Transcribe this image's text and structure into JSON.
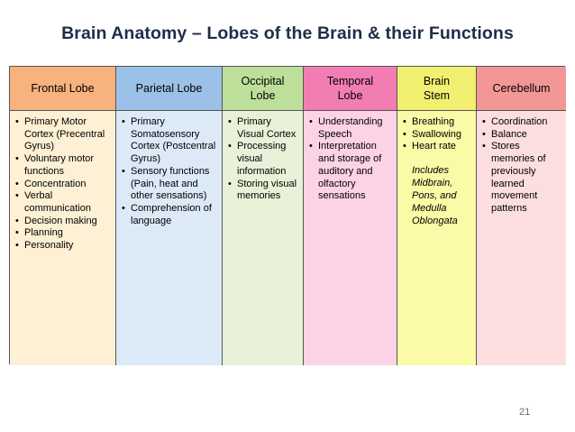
{
  "title": "Brain Anatomy – Lobes of the Brain & their Functions",
  "columns": [
    {
      "header": "Frontal Lobe",
      "header_color": "#f8b27e",
      "body_color": "#fdf0d4",
      "items": [
        "Primary Motor Cortex (Precentral Gyrus)",
        "Voluntary motor functions",
        "Concentration",
        "Verbal communication",
        "Decision making",
        "Planning",
        "Personality"
      ]
    },
    {
      "header": "Parietal Lobe",
      "header_color": "#9cc1e8",
      "body_color": "#dce9f7",
      "items": [
        "Primary Somatosensory Cortex (Postcentral Gyrus)",
        "Sensory functions (Pain, heat and other sensations)",
        "Comprehension of language"
      ]
    },
    {
      "header": "Occipital Lobe",
      "header_color": "#bedf9a",
      "body_color": "#e7f2d8",
      "items": [
        "Primary Visual Cortex",
        "Processing visual information",
        "Storing visual memories"
      ]
    },
    {
      "header": "Temporal Lobe",
      "header_color": "#f27db3",
      "body_color": "#fcd2e6",
      "items": [
        "Understanding Speech",
        "Interpretation and storage of auditory and olfactory sensations"
      ]
    },
    {
      "header": "Brain Stem",
      "header_color": "#f2f070",
      "body_color": "#fbfaa6",
      "items": [
        "Breathing",
        "Swallowing",
        "Heart rate"
      ],
      "note": "Includes\nMidbrain,\nPons, and\nMedulla\nOblongata"
    },
    {
      "header": "Cerebellum",
      "header_color": "#f39796",
      "body_color": "#fcdede",
      "items": [
        "Coordination",
        "Balance",
        "Stores memories of previously learned movement patterns"
      ]
    }
  ],
  "page_number": "21"
}
